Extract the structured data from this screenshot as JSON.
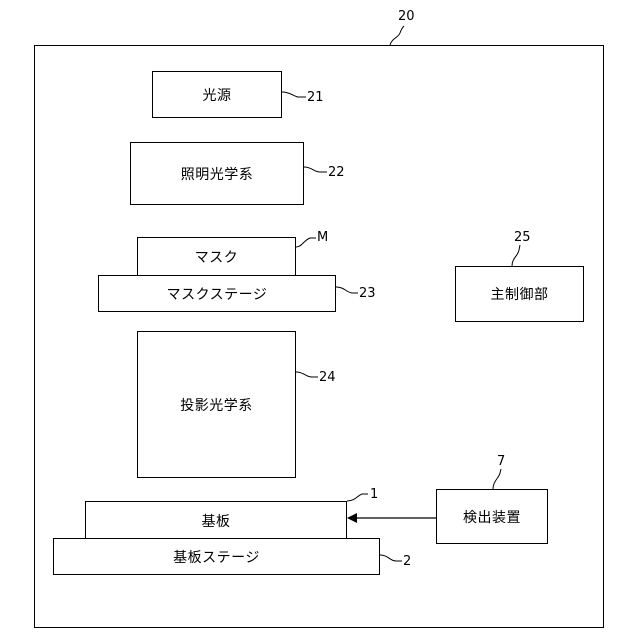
{
  "diagram": {
    "system_ref": "20",
    "blocks": {
      "light_source": {
        "label": "光源",
        "ref": "21"
      },
      "illumination_optics": {
        "label": "照明光学系",
        "ref": "22"
      },
      "mask": {
        "label": "マスク",
        "ref": "M"
      },
      "mask_stage": {
        "label": "マスクステージ",
        "ref": "23"
      },
      "projection_optics": {
        "label": "投影光学系",
        "ref": "24"
      },
      "substrate": {
        "label": "基板",
        "ref": "1"
      },
      "substrate_stage": {
        "label": "基板ステージ",
        "ref": "2"
      },
      "main_controller": {
        "label": "主制御部",
        "ref": "25"
      },
      "detector": {
        "label": "検出装置",
        "ref": "7"
      }
    }
  }
}
